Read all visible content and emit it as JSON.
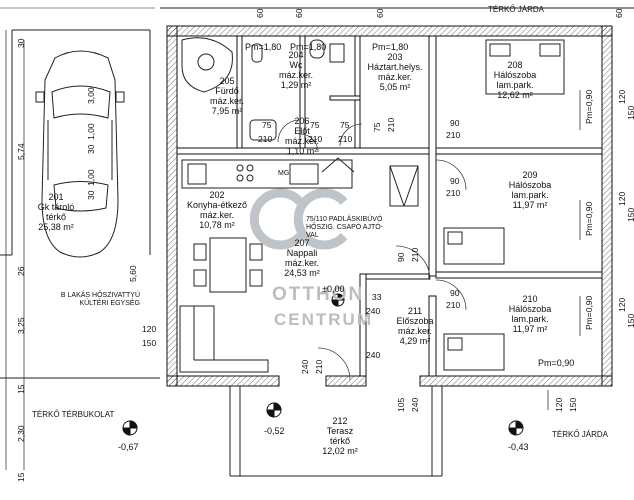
{
  "labels": {
    "top_path": "TÉRKŐ JÁRDA",
    "bottom_path_right": "TÉRKŐ JÁRDA",
    "bottom_left_pavement": "TÉRKŐ TÉRBUKOLAT",
    "pump_note": "B LAKÁS HŐSZIVATTYÚ KÜLTÉRI EGYSÉG",
    "attic_note_1": "75/110 PADLÁSKIBÚVÓ",
    "attic_note_2": "HŐSZIG. CSAPÓ AJTÓ-",
    "attic_note_3": "VAL"
  },
  "rooms": [
    {
      "id": "205",
      "name": "Fürdő",
      "finish": "máz.ker.",
      "area": "7,95 m²"
    },
    {
      "id": "204",
      "name": "Wc",
      "finish": "máz.ker.",
      "area": "1,29 m²"
    },
    {
      "id": "203",
      "name": "Háztart.helys.",
      "finish": "máz.ker.",
      "area": "5,05 m²"
    },
    {
      "id": "206",
      "name": "Előt",
      "finish": "máz.ker.",
      "area": "1,10 m²"
    },
    {
      "id": "208",
      "name": "Hálószoba",
      "finish": "lam.park.",
      "area": "12,62 m²"
    },
    {
      "id": "209",
      "name": "Hálószoba",
      "finish": "lam.park.",
      "area": "11,97 m²"
    },
    {
      "id": "210",
      "name": "Hálószoba",
      "finish": "lam.park.",
      "area": "11,97 m²"
    },
    {
      "id": "202",
      "name": "Konyha-étkező",
      "finish": "máz.ker.",
      "area": "10,78 m²"
    },
    {
      "id": "207",
      "name": "Nappali",
      "finish": "máz.ker.",
      "area": "24,53 m²"
    },
    {
      "id": "211",
      "name": "Előszoba",
      "finish": "máz.ker.",
      "area": "4,29 m²"
    },
    {
      "id": "212",
      "name": "Terasz",
      "finish": "térkő",
      "area": "12,02 m²"
    },
    {
      "id": "201",
      "name": "Gk tároló",
      "finish": "térkő",
      "area": "25,38 m²"
    }
  ],
  "levels": {
    "zero": "±0,00",
    "left_ext": "-0,67",
    "terrace": "-0,52",
    "right_ext": "-0,43"
  },
  "sill_marks": [
    "Pm=1,80",
    "Pm=1,80",
    "Pm=1,80",
    "Pm=0,90",
    "Pm=0,90",
    "Pm=0,90",
    "Pm=0,90"
  ],
  "dims_left_vertical": [
    "3,00",
    "1,00",
    "30",
    "1,00",
    "30",
    "5,74",
    "30",
    "5,60",
    "26",
    "3,25",
    "15",
    "2,30",
    "15"
  ],
  "openings": [
    "60",
    "60",
    "60",
    "60",
    "120",
    "150",
    "120",
    "150",
    "120",
    "150",
    "120",
    "150",
    "90",
    "210",
    "90",
    "210",
    "90",
    "210",
    "75",
    "210",
    "75",
    "210",
    "75",
    "210",
    "75",
    "210",
    "240",
    "33",
    "240",
    "90",
    "210",
    "105",
    "240",
    "240",
    "210",
    "120",
    "150"
  ],
  "watermark": {
    "line1": "OTTHON",
    "line2": "CENTRUM",
    "logo": "CC"
  },
  "appliance": "MG"
}
